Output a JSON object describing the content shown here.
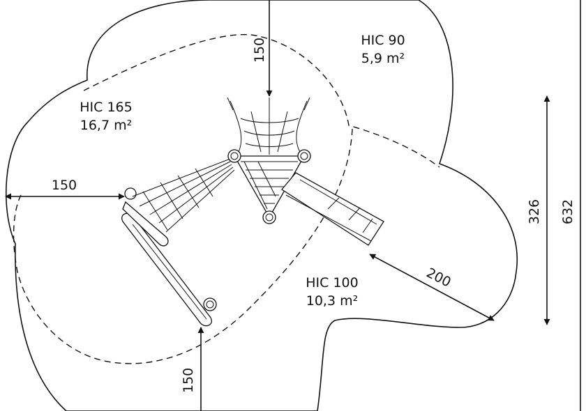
{
  "zones": [
    {
      "name": "HIC 90",
      "area": "5,9 m²"
    },
    {
      "name": "HIC 165",
      "area": "16,7 m²"
    },
    {
      "name": "HIC 100",
      "area": "10,3 m²"
    }
  ],
  "dimensions": {
    "top_clearance": "150",
    "left_clearance": "150",
    "bottom_clearance": "150",
    "slide_clearance": "200",
    "inner_height": "326",
    "overall_height": "632"
  }
}
